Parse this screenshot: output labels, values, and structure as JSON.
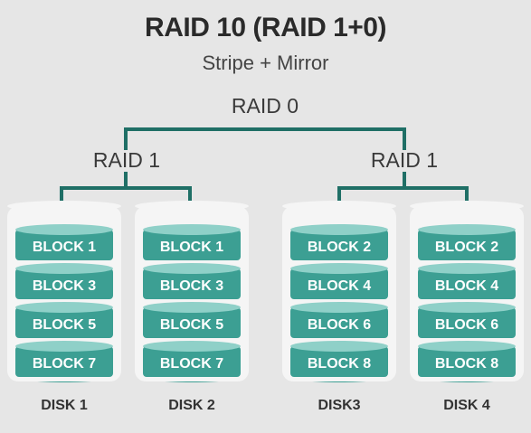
{
  "title": "RAID 10 (RAID 1+0)",
  "subtitle": "Stripe + Mirror",
  "top_label": "RAID 0",
  "mirror_labels": [
    "RAID 1",
    "RAID 1"
  ],
  "colors": {
    "background": "#e6e6e6",
    "block": "#3c9f93",
    "block_top": "#8fd0c8",
    "disk": "#f5f5f5",
    "line": "#1f6f66"
  },
  "disks": [
    {
      "label": "DISK 1",
      "blocks": [
        "BLOCK 1",
        "BLOCK 3",
        "BLOCK 5",
        "BLOCK 7"
      ]
    },
    {
      "label": "DISK 2",
      "blocks": [
        "BLOCK 1",
        "BLOCK 3",
        "BLOCK 5",
        "BLOCK 7"
      ]
    },
    {
      "label": "DISK3",
      "blocks": [
        "BLOCK 2",
        "BLOCK 4",
        "BLOCK 6",
        "BLOCK 8"
      ]
    },
    {
      "label": "DISK 4",
      "blocks": [
        "BLOCK 2",
        "BLOCK 4",
        "BLOCK 6",
        "BLOCK 8"
      ]
    }
  ]
}
